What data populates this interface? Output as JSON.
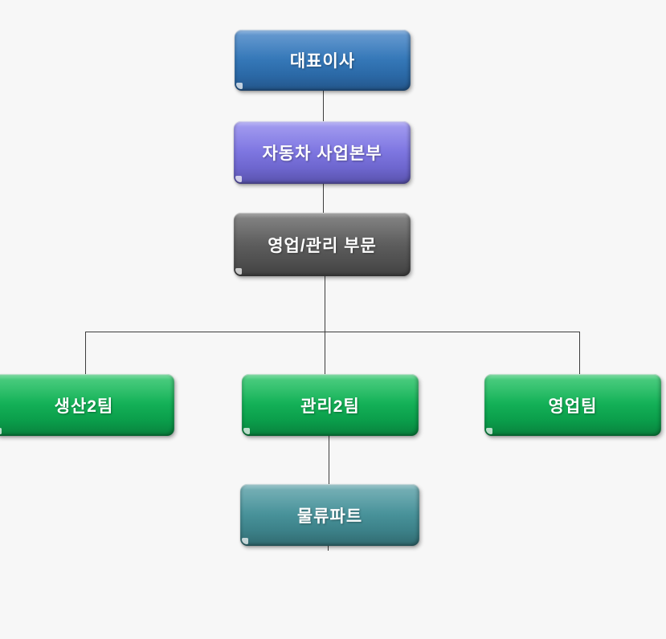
{
  "diagram": {
    "type": "org-chart",
    "background_color": "#f7f7f7",
    "connector_color": "#3d3d3d",
    "nodes": [
      {
        "id": "ceo",
        "label": "대표이사",
        "color": "#2f74b6",
        "level": 1
      },
      {
        "id": "auto-business-division",
        "label": "자동차 사업본부",
        "color": "#7a72e0",
        "level": 2
      },
      {
        "id": "sales-admin-division",
        "label": "영업/관리 부문",
        "color": "#585858",
        "level": 3
      },
      {
        "id": "production-team-2",
        "label": "생산2팀",
        "color": "#0cae52",
        "level": 4
      },
      {
        "id": "admin-team-2",
        "label": "관리2팀",
        "color": "#0cae52",
        "level": 4
      },
      {
        "id": "sales-team",
        "label": "영업팀",
        "color": "#0cae52",
        "level": 4
      },
      {
        "id": "logistics-part",
        "label": "물류파트",
        "color": "#438f97",
        "level": 5
      }
    ],
    "edges": [
      {
        "from": "ceo",
        "to": "auto-business-division"
      },
      {
        "from": "auto-business-division",
        "to": "sales-admin-division"
      },
      {
        "from": "sales-admin-division",
        "to": "production-team-2"
      },
      {
        "from": "sales-admin-division",
        "to": "admin-team-2"
      },
      {
        "from": "sales-admin-division",
        "to": "sales-team"
      },
      {
        "from": "admin-team-2",
        "to": "logistics-part"
      }
    ]
  }
}
